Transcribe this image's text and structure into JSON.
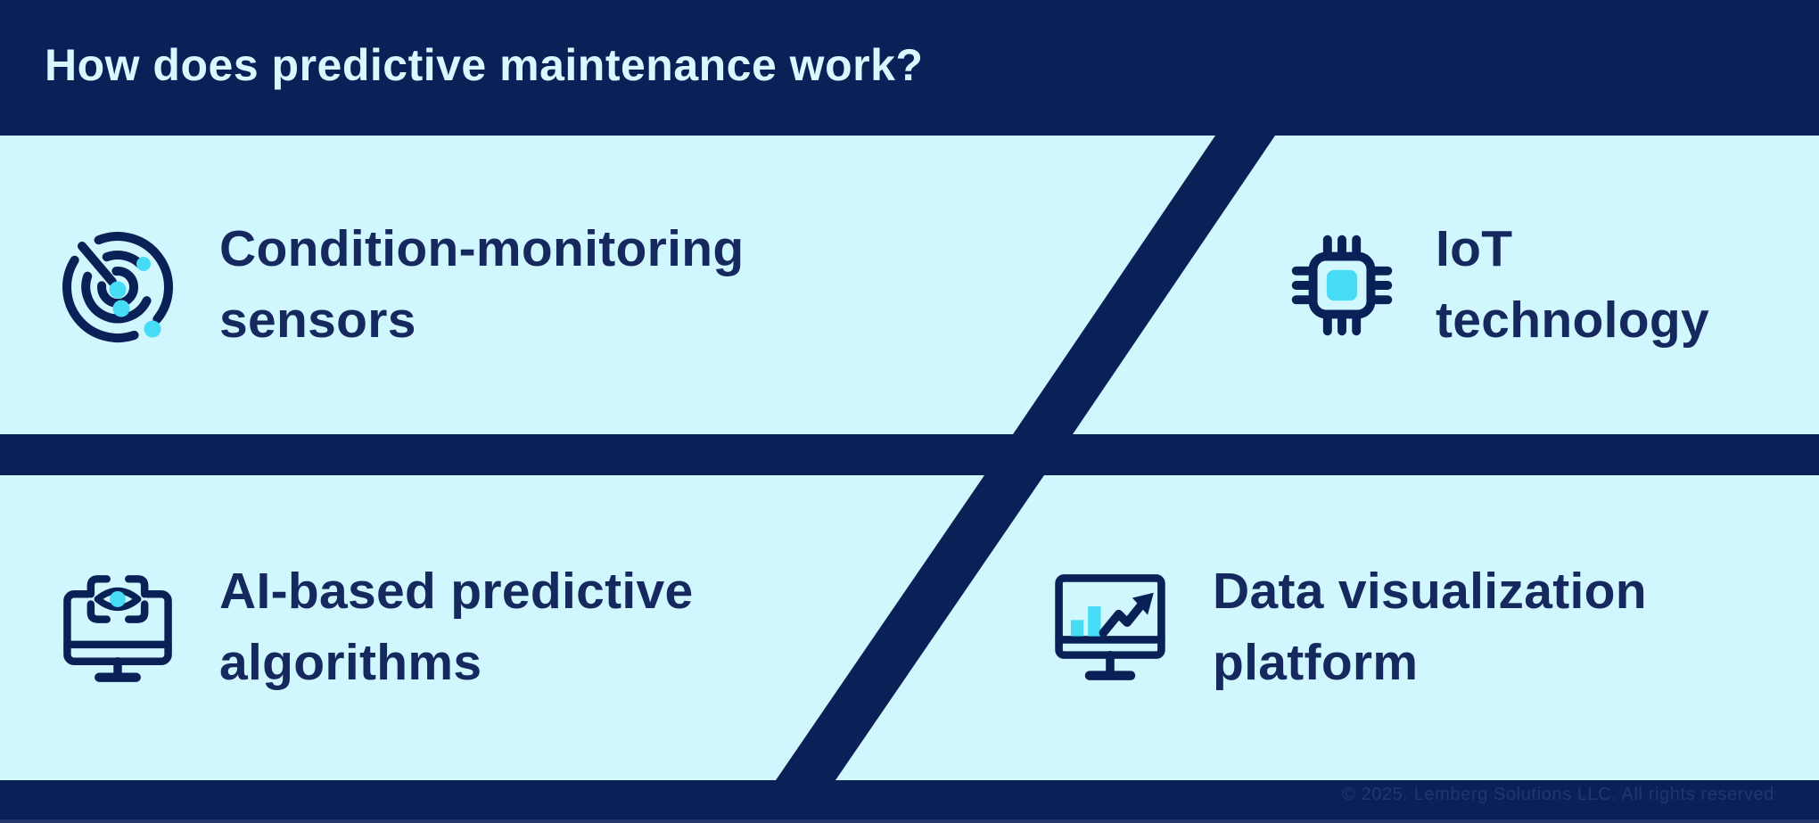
{
  "title": "How does predictive maintenance work?",
  "panels": [
    {
      "id": "condition-monitoring-sensors",
      "icon": "radar-sensor-icon",
      "label": "Condition-monitoring\nsensors"
    },
    {
      "id": "iot-technology",
      "icon": "chip-icon",
      "label": "IoT\ntechnology"
    },
    {
      "id": "ai-predictive-algorithms",
      "icon": "monitor-eye-icon",
      "label": "AI-based predictive\nalgorithms"
    },
    {
      "id": "data-visualization-platform",
      "icon": "monitor-chart-icon",
      "label": "Data visualization\nplatform"
    }
  ],
  "footer": {
    "copyright": "© 2025. Lemberg Solutions LLC. All rights reserved"
  },
  "colors": {
    "navy": "#0a2158",
    "panel": "#cff7fd",
    "accent": "#47dcf5",
    "title": "#d8f8ff",
    "heading": "#16295f",
    "copyright": "#22366c",
    "edge": "#2a3a6e"
  }
}
